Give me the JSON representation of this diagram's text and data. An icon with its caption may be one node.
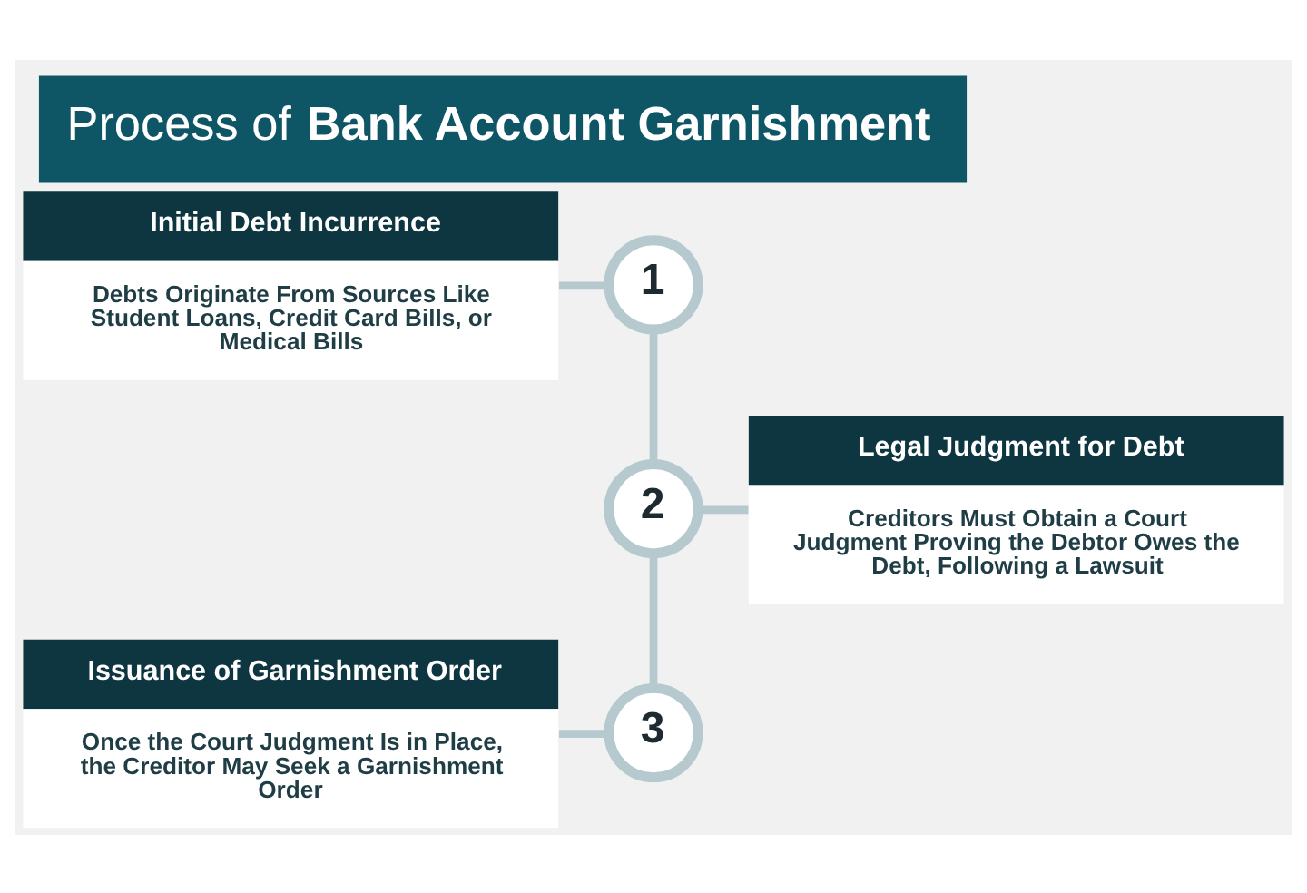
{
  "diagram": {
    "title": "Process of **Bank Account Garnishment**",
    "nodes": [
      {
        "text": [
          "Initial Debt Incurrence",
          "Debts Originate From Sources Like Student Loans, Credit Card Bills, or Medical Bills"
        ]
      },
      {
        "text": [
          "1"
        ]
      },
      {
        "text": [
          "2"
        ]
      },
      {
        "text": [
          "Legal Judgment for Debt",
          "Creditors Must Obtain a Court Judgment Proving the Debtor Owes the Debt, Following a Lawsuit"
        ]
      },
      {
        "text": [
          "Issuance of Garnishment Order",
          "Once the Court Judgment Is in Place, the Creditor May Seek a Garnishment Order"
        ]
      },
      {
        "text": [
          "3"
        ]
      }
    ],
    "edges": [
      {
        "from": 0,
        "to": 1,
        "arrow": "none"
      },
      {
        "from": 1,
        "to": 2,
        "arrow": "none"
      },
      {
        "from": 2,
        "to": 3,
        "arrow": "none"
      },
      {
        "from": 2,
        "to": 5,
        "arrow": "none"
      },
      {
        "from": 4,
        "to": 5,
        "arrow": "none"
      }
    ]
  }
}
